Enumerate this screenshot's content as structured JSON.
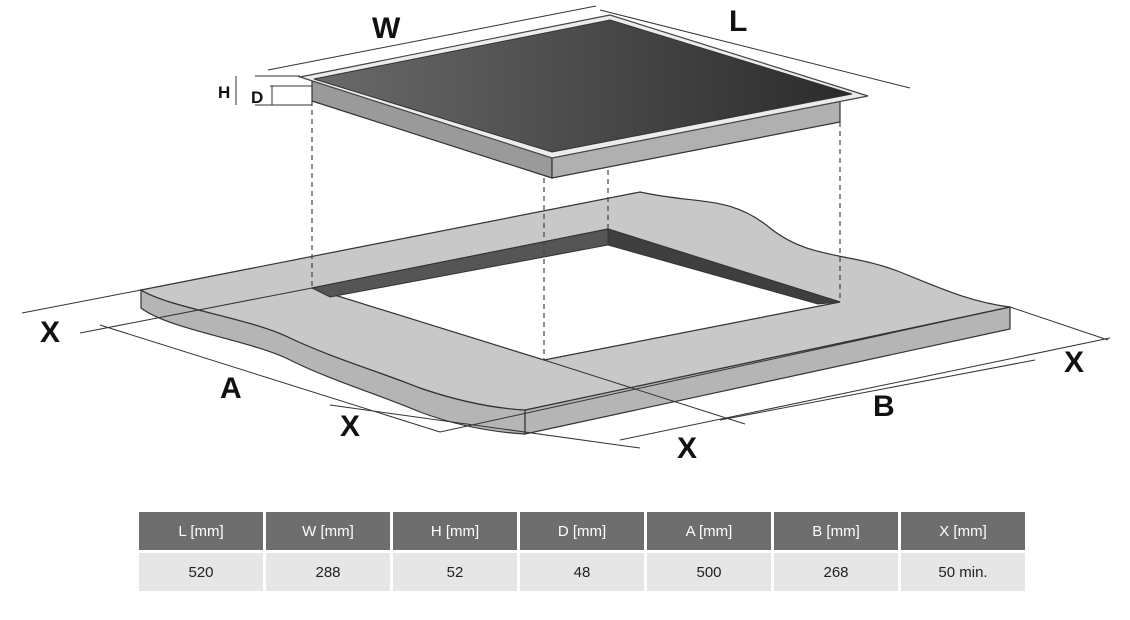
{
  "diagram": {
    "labels": {
      "w": "W",
      "l": "L",
      "h": "H",
      "d": "D",
      "a": "A",
      "b": "B",
      "x": "X"
    }
  },
  "table": {
    "headers": [
      "L [mm]",
      "W [mm]",
      "H [mm]",
      "D [mm]",
      "A [mm]",
      "B [mm]",
      "X [mm]"
    ],
    "values": [
      "520",
      "288",
      "52",
      "48",
      "500",
      "268",
      "50 min."
    ]
  },
  "colors": {
    "glass_light": "#6a6a6a",
    "glass_dark": "#2b2b2b",
    "countertop": "#c8c8c8",
    "cutout_wall": "#555555",
    "header_bg": "#6e6e6e",
    "cell_bg": "#e6e6e6"
  }
}
